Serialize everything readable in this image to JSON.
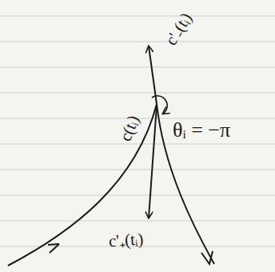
{
  "diagram": {
    "labels": [
      "c'₋(tᵢ)",
      "c(tᵢ)",
      "θᵢ = −π",
      "c'₊(tᵢ)"
    ]
  }
}
